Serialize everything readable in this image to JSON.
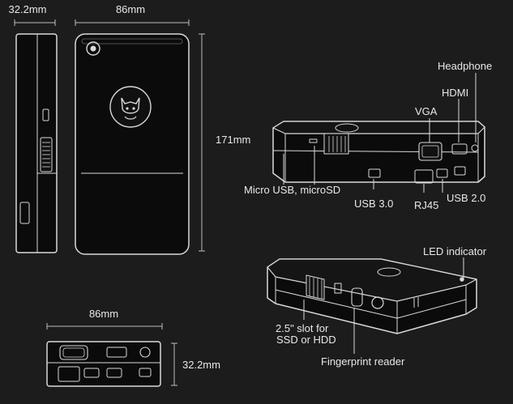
{
  "dimensions": {
    "side_width": "32.2mm",
    "front_width": "86mm",
    "front_height": "171mm",
    "bottom_width": "86mm",
    "bottom_height": "32.2mm"
  },
  "callouts": {
    "headphone": "Headphone",
    "hdmi": "HDMI",
    "vga": "VGA",
    "micro_usb": "Micro USB, microSD",
    "usb3": "USB 3.0",
    "rj45": "RJ45",
    "usb2": "USB 2.0",
    "led": "LED indicator",
    "slot_line1": "2.5\" slot for",
    "slot_line2": "SSD or HDD",
    "fingerprint": "Fingerprint reader"
  },
  "colors": {
    "background": "#1c1c1c",
    "device_body": "#0b0b0b",
    "line": "#d9d9d9",
    "text": "#e8e8e8"
  }
}
